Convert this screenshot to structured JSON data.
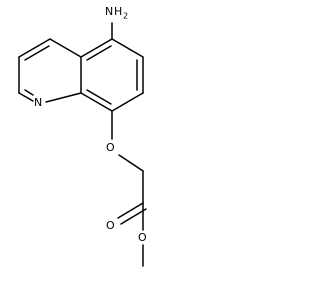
{
  "structure": {
    "atom_labels": {
      "amino_n": "N",
      "amino_h": "H",
      "amino_sub": "2",
      "ring_n": "N",
      "ether_o": "O",
      "carbonyl_o": "O",
      "ester_o": "O"
    },
    "colors": {
      "bond": "#000000",
      "label": "#000000",
      "background": "#ffffff"
    }
  }
}
